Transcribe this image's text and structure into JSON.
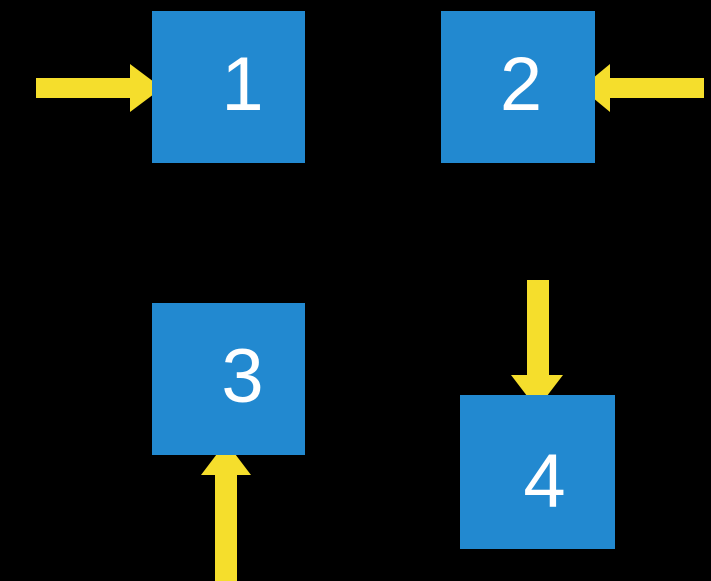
{
  "diagram": {
    "title": "Four numbered boxes with yellow directional arrows",
    "background_color": "#000000",
    "box_color": "#2289d0",
    "arrow_color": "#f5de2c",
    "label_color": "#ffffff",
    "boxes": [
      {
        "id": "box-1",
        "label": "1"
      },
      {
        "id": "box-2",
        "label": "2"
      },
      {
        "id": "box-3",
        "label": "3"
      },
      {
        "id": "box-4",
        "label": "4"
      }
    ],
    "arrows": [
      {
        "id": "arrow-into-1",
        "icon": "arrow-right-icon",
        "direction": "right",
        "target": "1"
      },
      {
        "id": "arrow-into-2",
        "icon": "arrow-left-icon",
        "direction": "left",
        "target": "2"
      },
      {
        "id": "arrow-into-3",
        "icon": "arrow-up-icon",
        "direction": "up",
        "target": "3"
      },
      {
        "id": "arrow-into-4",
        "icon": "arrow-down-icon",
        "direction": "down",
        "target": "4"
      }
    ]
  }
}
